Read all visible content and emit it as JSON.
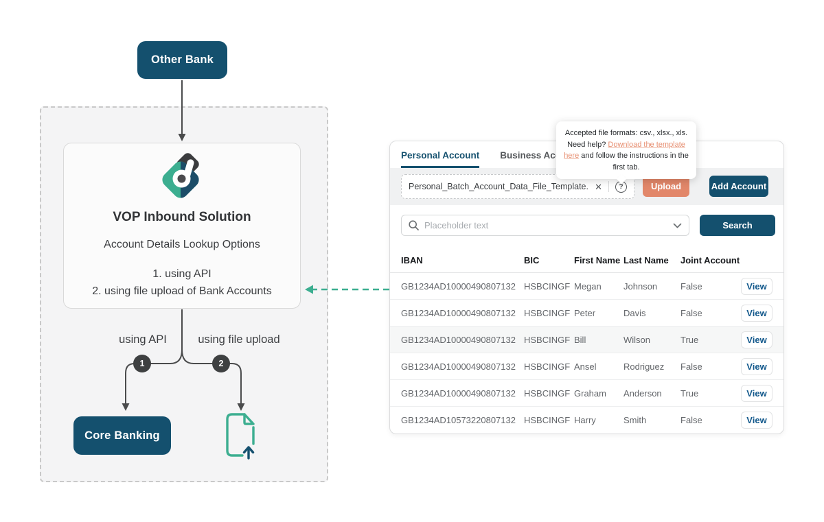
{
  "colors": {
    "dark_blue": "#14506E",
    "teal": "#3CAE90",
    "salmon": "#E2876A",
    "link_salmon": "#E78E70",
    "badge_charcoal": "#3E4041"
  },
  "diagram": {
    "other_bank_label": "Other Bank",
    "card": {
      "title": "VOP Inbound Solution",
      "subtitle": "Account Details Lookup Options",
      "option_1": "1. using API",
      "option_2": "2. using file upload of Bank Accounts"
    },
    "branch_left": {
      "label": "using API",
      "number": "1"
    },
    "branch_right": {
      "label": "using file upload",
      "number": "2"
    },
    "core_banking_label": "Core Banking"
  },
  "panel": {
    "tabs": [
      {
        "label": "Personal Account",
        "active": true
      },
      {
        "label": "Business Account",
        "active": false
      }
    ],
    "tooltip": {
      "line1": "Accepted file formats: csv., xlsx., xls.",
      "prefix": "Need help? ",
      "link_text": "Download the template here",
      "suffix": " and follow the instructions in the first tab."
    },
    "upload": {
      "filename": "Personal_Batch_Account_Data_File_Template.csv",
      "close_icon": "✕",
      "help_icon": "?",
      "upload_label": "Upload",
      "add_account_label": "Add Account"
    },
    "search": {
      "placeholder": "Placeholder text",
      "button_label": "Search"
    },
    "table": {
      "headers": [
        "IBAN",
        "BIC",
        "First Name",
        "Last Name",
        "Joint Account"
      ],
      "view_label": "View",
      "rows": [
        {
          "iban": "GB1234AD10000490807132",
          "bic": "HSBCINGF",
          "first_name": "Megan",
          "last_name": "Johnson",
          "joint_account": "False"
        },
        {
          "iban": "GB1234AD10000490807132",
          "bic": "HSBCINGF",
          "first_name": "Peter",
          "last_name": "Davis",
          "joint_account": "False"
        },
        {
          "iban": "GB1234AD10000490807132",
          "bic": "HSBCINGF",
          "first_name": "Bill",
          "last_name": "Wilson",
          "joint_account": "True"
        },
        {
          "iban": "GB1234AD10000490807132",
          "bic": "HSBCINGF",
          "first_name": "Ansel",
          "last_name": "Rodriguez",
          "joint_account": "False"
        },
        {
          "iban": "GB1234AD10000490807132",
          "bic": "HSBCINGF",
          "first_name": "Graham",
          "last_name": "Anderson",
          "joint_account": "True"
        },
        {
          "iban": "GB1234AD10573220807132",
          "bic": "HSBCINGF",
          "first_name": "Harry",
          "last_name": "Smith",
          "joint_account": "False"
        }
      ]
    }
  }
}
